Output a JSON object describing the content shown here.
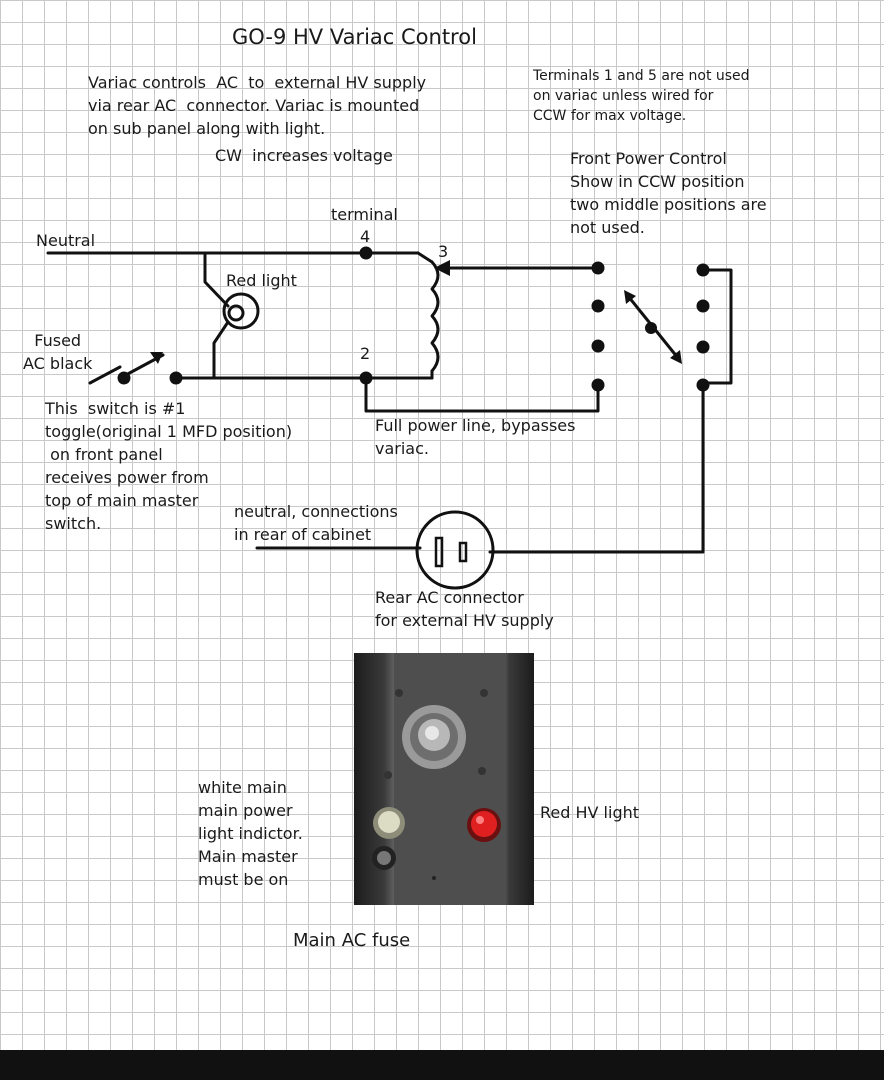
{
  "title": "GO-9 HV Variac Control",
  "variac_note": [
    "Variac controls  AC  to  external HV supply",
    "via rear AC  connector. Variac is mounted",
    "on sub panel along with light."
  ],
  "cw_note": "CW  increases voltage",
  "terminals_note": [
    "Terminals 1 and 5 are not used",
    "on variac unless wired for",
    "CCW for max voltage."
  ],
  "front_power_note": [
    "Front Power Control",
    "Show in CCW position",
    "two middle positions are",
    "not used."
  ],
  "labels": {
    "neutral": "Neutral",
    "terminal": "terminal",
    "t4": "4",
    "t3": "3",
    "t2": "2",
    "red_light": "Red light",
    "fused": [
      "Fused",
      "AC black"
    ],
    "switch_note": [
      "This  switch is #1",
      "toggle(original 1 MFD position)",
      " on front panel",
      "receives power from",
      "top of main master",
      "switch."
    ],
    "full_power": [
      "Full power line, bypasses",
      "variac."
    ],
    "neutral_rear": [
      "neutral, connections",
      "in rear of cabinet"
    ],
    "rear_ac": [
      "Rear AC connector",
      "for external HV supply"
    ],
    "white_main": [
      "white main",
      "main power",
      "light indictor.",
      "Main master",
      "must be on"
    ],
    "red_hv": "Red HV light",
    "main_fuse": "Main AC fuse"
  }
}
